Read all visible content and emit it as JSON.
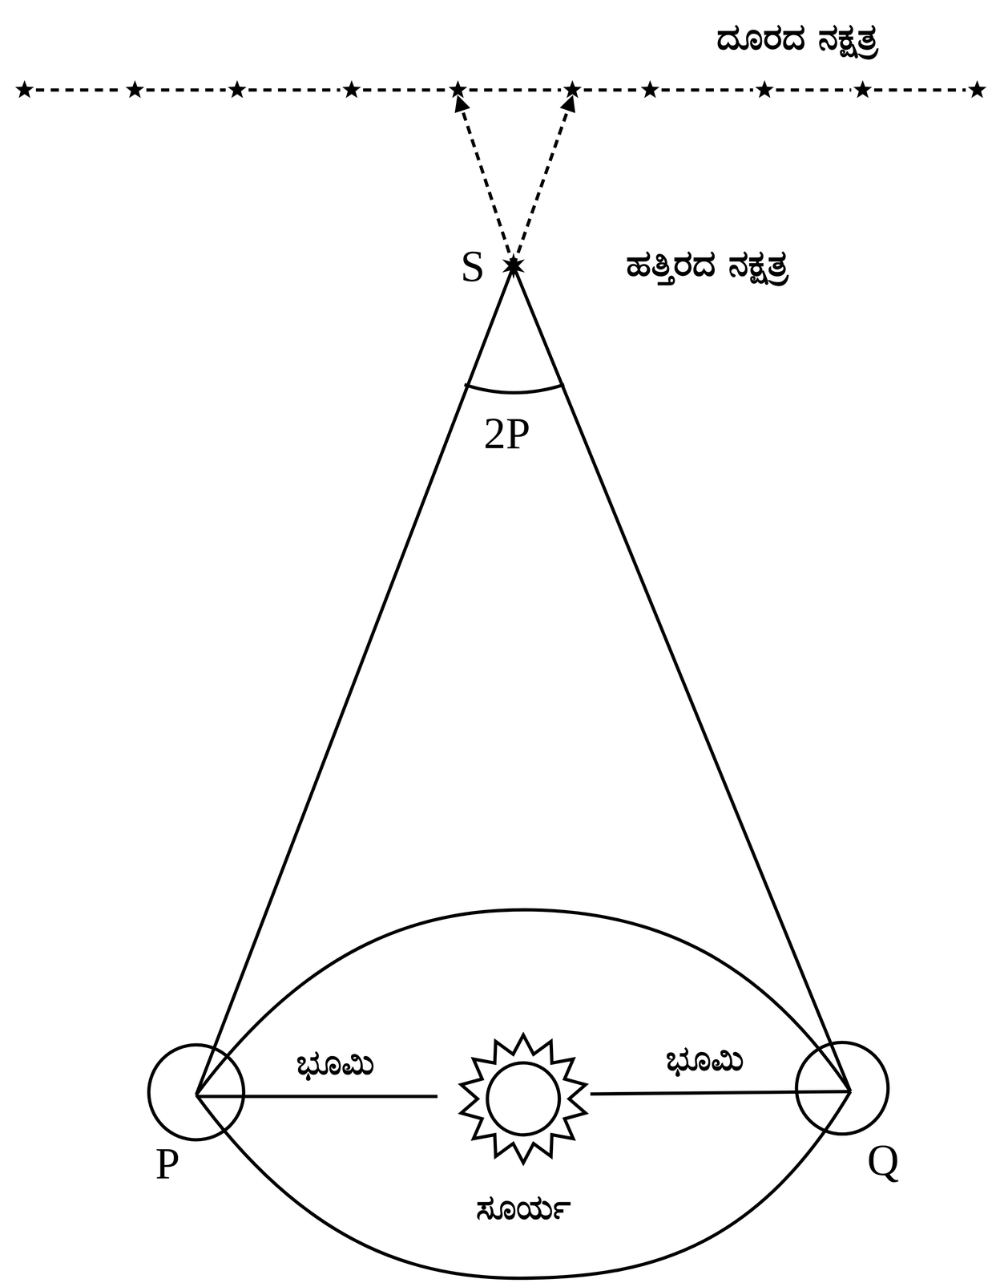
{
  "diagram": {
    "labels": [
      "ದೂರದ ನಕ್ಷತ್ರ",
      "S",
      "ಹತ್ತಿರದ ನಕ್ಷತ್ರ",
      "2P",
      "ಭೂಮಿ",
      "ಭೂಮಿ",
      "ಸೂರ್ಯ",
      "P",
      "Q"
    ]
  }
}
